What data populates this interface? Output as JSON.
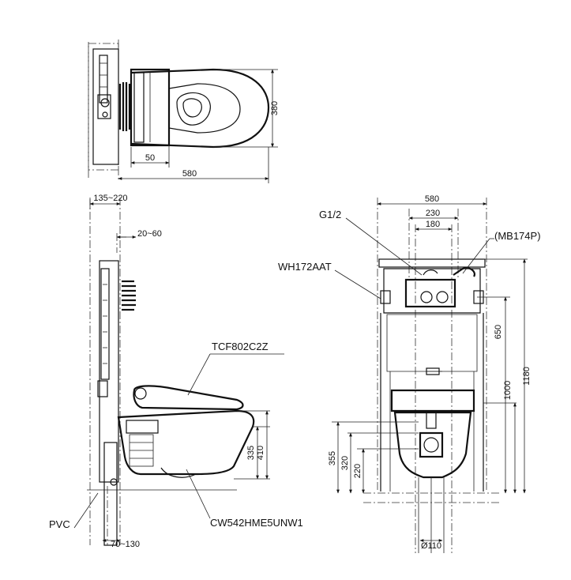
{
  "views": {
    "top": {
      "dim_depth": "380",
      "dim_offset": "50",
      "dim_length": "580"
    },
    "side": {
      "dim_frame": "135~220",
      "dim_wall": "20~60",
      "dim_bottom": "70~130",
      "dim_seat_lo": "335",
      "dim_seat_hi": "410",
      "label_seat": "TCF802C2Z",
      "label_bowl": "CW542HME5UNW1",
      "label_pipe": "PVC"
    },
    "front": {
      "dim_width": "580",
      "dim_230": "230",
      "dim_180": "180",
      "dim_650": "650",
      "dim_1000": "1000",
      "dim_1180": "1180",
      "dim_355": "355",
      "dim_320": "320",
      "dim_220": "220",
      "dim_drain": "Ø110",
      "label_inlet": "G1/2",
      "label_plate": "(MB174P)",
      "label_frame": "WH172AAT"
    }
  }
}
